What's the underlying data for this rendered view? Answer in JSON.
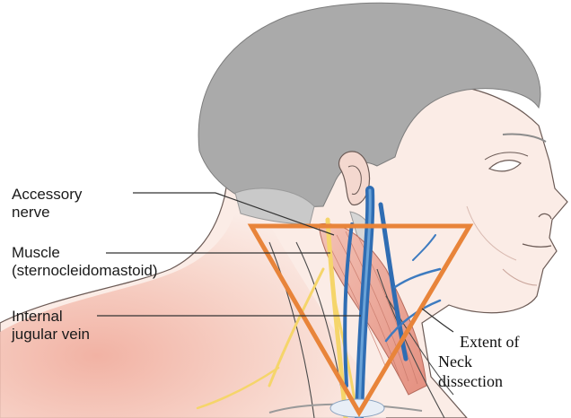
{
  "labels": {
    "accessory_nerve": {
      "line1": "Accessory",
      "line2": "nerve"
    },
    "muscle": {
      "line1": "Muscle",
      "line2": "(sternocleidomastoid)"
    },
    "internal_jugular_vein": {
      "line1": "Internal",
      "line2": "jugular vein"
    },
    "extent": {
      "line1": "Extent of",
      "line2": "Neck",
      "line3": "dissection"
    }
  },
  "colors": {
    "hair": "#aaaaaa",
    "skin": "#f7e6df",
    "skin_shadow": "#f2b7a8",
    "nerve": "#f5d56a",
    "vein": "#2f6db3",
    "vein_light": "#6aa3d8",
    "muscle": "#e9a596",
    "triangle": "#e8843a",
    "outline": "#6b5a55"
  }
}
